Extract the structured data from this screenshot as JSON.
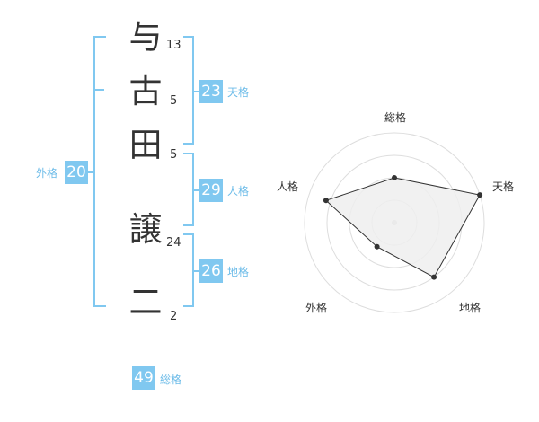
{
  "name": {
    "chars": [
      "与",
      "古",
      "田",
      "譲",
      "二"
    ],
    "strokes": [
      "13",
      "5",
      "5",
      "24",
      "2"
    ]
  },
  "kakusu": {
    "tenkaku": {
      "value": "23",
      "label": "天格"
    },
    "jinkaku": {
      "value": "29",
      "label": "人格"
    },
    "chikaku": {
      "value": "26",
      "label": "地格"
    },
    "gaikaku": {
      "value": "20",
      "label": "外格"
    },
    "soukaku": {
      "value": "49",
      "label": "総格"
    }
  },
  "colors": {
    "accent": "#80c8f0",
    "label_text": "#6bbbe8",
    "text": "#333333"
  },
  "chart_data": {
    "type": "radar",
    "axes": [
      "総格",
      "天格",
      "地格",
      "外格",
      "人格"
    ],
    "values": [
      0.5,
      1.0,
      0.75,
      0.33,
      0.8
    ],
    "range": [
      0,
      1
    ],
    "rings": 4,
    "grid": true
  }
}
